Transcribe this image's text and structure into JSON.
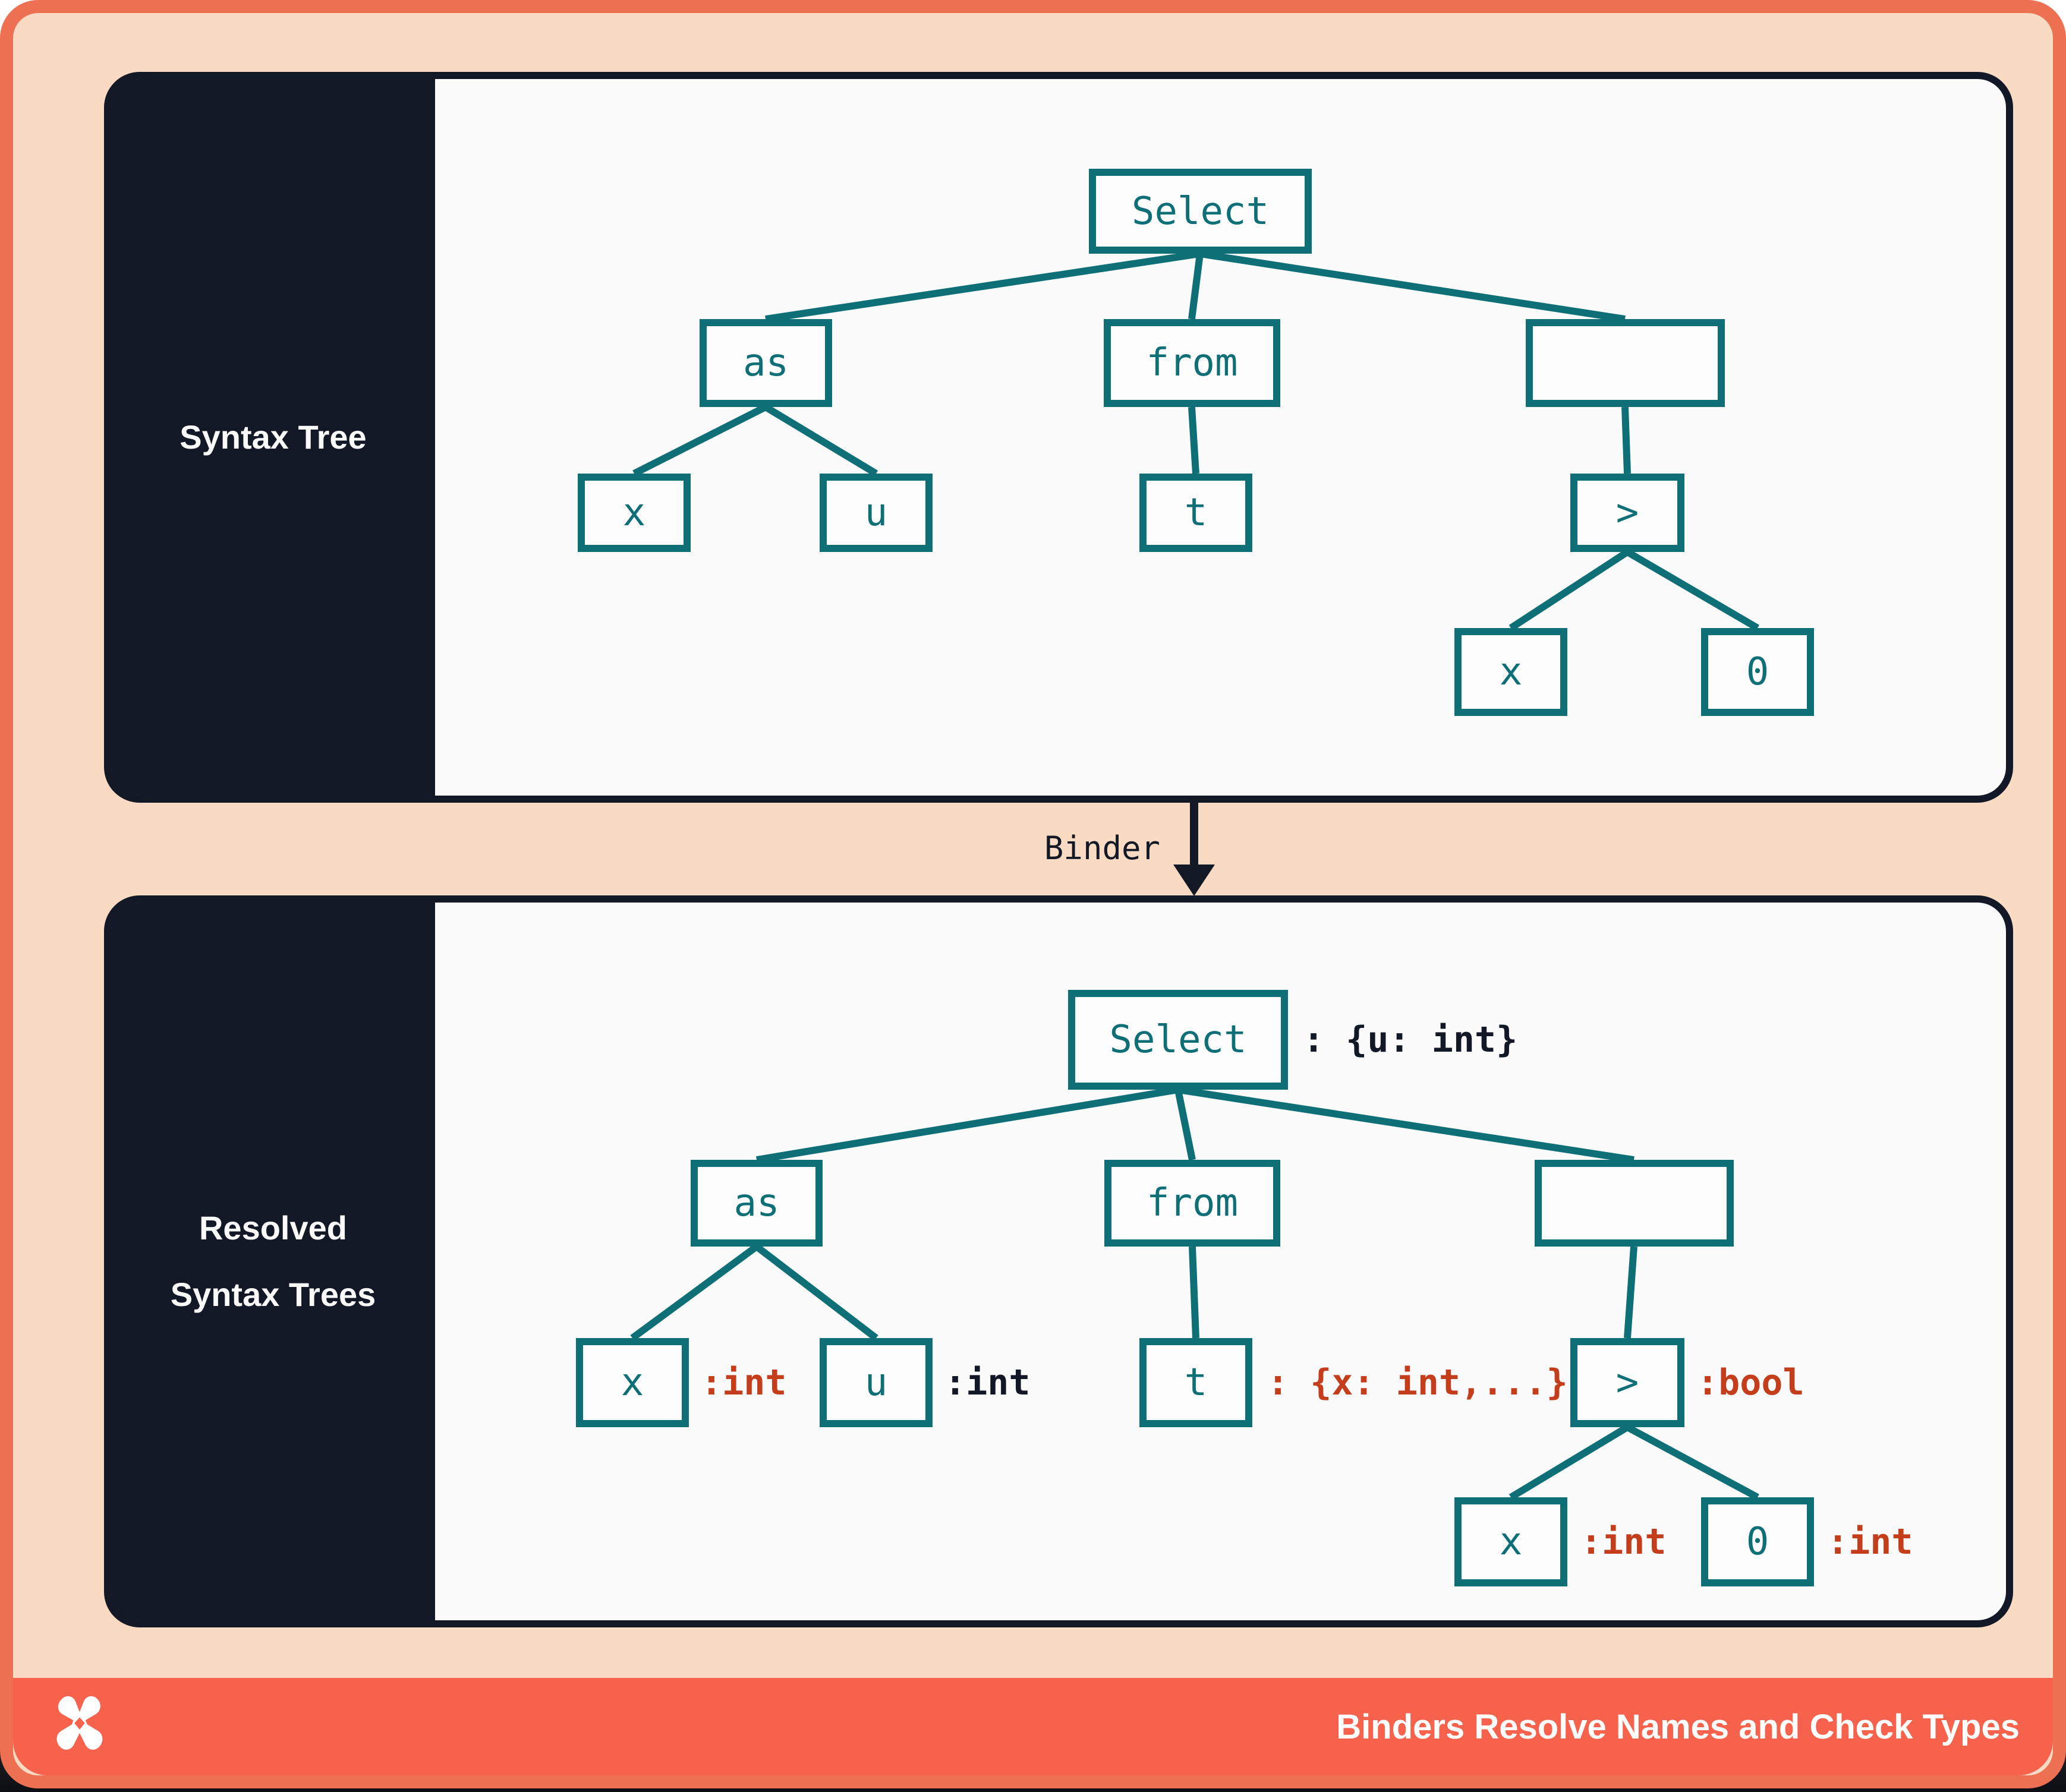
{
  "colors": {
    "frame_coral": "#ee7053",
    "footer_coral": "#f7624c",
    "background_peach": "#f9dac2",
    "panel_background": "#fbfbfc",
    "ink_navy": "#131826",
    "accent_teal": "#0e7076",
    "annotation_red": "#c53e1b",
    "text_white": "#ffffff"
  },
  "panels": [
    {
      "id": "syntax-tree",
      "label": "Syntax Tree"
    },
    {
      "id": "resolved-syntax-trees",
      "label_lines": [
        "Resolved",
        "Syntax Trees"
      ]
    }
  ],
  "binder": {
    "label": "Binder"
  },
  "tree1": {
    "nodes": {
      "select": "Select",
      "as": "as",
      "x1": "x",
      "u": "u",
      "from": "from",
      "t": "t",
      "gt": ">",
      "x2": "x",
      "zero": "0"
    }
  },
  "tree2": {
    "nodes": {
      "select": "Select",
      "as": "as",
      "x1": "x",
      "u": "u",
      "from": "from",
      "t": "t",
      "gt": ">",
      "x2": "x",
      "zero": "0"
    },
    "annotations": {
      "select": ": {u: int}",
      "x1": ":int",
      "u": ":int",
      "t": ": {x: int,...}",
      "gt": ":bool",
      "x2": ":int",
      "zero": ":int"
    },
    "annotation_colors": {
      "select": "dark",
      "x1": "red",
      "u": "dark",
      "t": "red",
      "gt": "red",
      "x2": "red",
      "zero": "red"
    }
  },
  "footer": {
    "title": "Binders Resolve Names and Check Types",
    "logo": "x-star-logo"
  }
}
